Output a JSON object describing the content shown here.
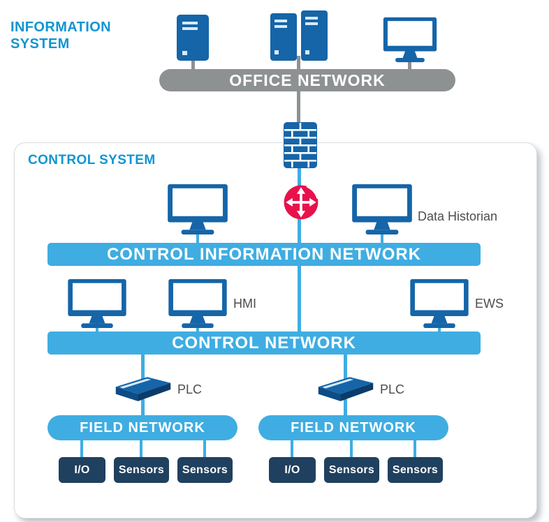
{
  "info_system": {
    "line1": "INFORMATION",
    "line2": "SYSTEM"
  },
  "control_system": {
    "label": "CONTROL SYSTEM"
  },
  "networks": {
    "office": "OFFICE NETWORK",
    "control_information": "CONTROL INFORMATION NETWORK",
    "control": "CONTROL NETWORK",
    "field_left": "FIELD NETWORK",
    "field_right": "FIELD NETWORK"
  },
  "labels": {
    "data_historian": "Data Historian",
    "hmi": "HMI",
    "ews": "EWS",
    "plc_left": "PLC",
    "plc_right": "PLC"
  },
  "field_devices": {
    "left": [
      "I/O",
      "Sensors",
      "Sensors"
    ],
    "right": [
      "I/O",
      "Sensors",
      "Sensors"
    ]
  },
  "colors": {
    "icon_blue": "#1565a8",
    "network_blue": "#3fade2",
    "network_gray": "#8e9192",
    "device_navy": "#20405f",
    "router_red": "#e8114b",
    "heading_blue": "#1095d2",
    "label_gray": "#4d4d4d"
  }
}
